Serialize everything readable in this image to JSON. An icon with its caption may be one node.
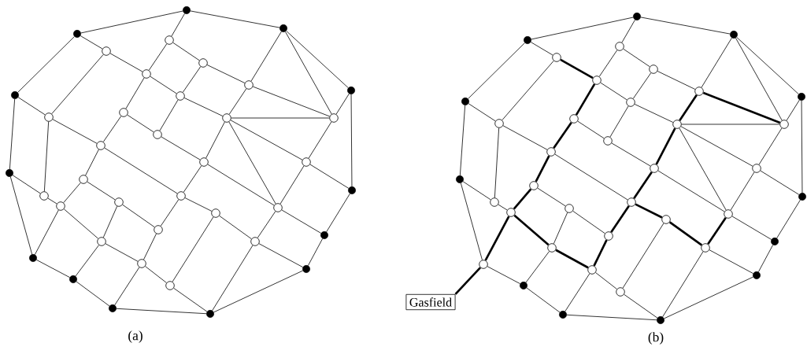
{
  "diagram": {
    "nodes": [
      {
        "text": [],
        "shape": "dot"
      },
      {
        "text": [],
        "shape": "dot"
      },
      {
        "text": [],
        "shape": "dot"
      },
      {
        "text": [],
        "shape": "dot"
      },
      {
        "text": [],
        "shape": "dot"
      },
      {
        "text": [],
        "shape": "dot"
      },
      {
        "text": [],
        "shape": "dot"
      },
      {
        "text": [],
        "shape": "dot"
      },
      {
        "text": [],
        "shape": "dot"
      },
      {
        "text": [],
        "shape": "dot"
      },
      {
        "text": [],
        "shape": "dot"
      },
      {
        "text": [],
        "shape": "dot"
      },
      {
        "text": [],
        "shape": "dot"
      },
      {
        "text": [],
        "shape": "circle"
      },
      {
        "text": [],
        "shape": "circle"
      },
      {
        "text": [],
        "shape": "circle"
      },
      {
        "text": [],
        "shape": "circle"
      },
      {
        "text": [],
        "shape": "circle"
      },
      {
        "text": [],
        "shape": "circle"
      },
      {
        "text": [],
        "shape": "circle"
      },
      {
        "text": [],
        "shape": "circle"
      },
      {
        "text": [],
        "shape": "circle"
      },
      {
        "text": [],
        "shape": "circle"
      },
      {
        "text": [],
        "shape": "circle"
      },
      {
        "text": [],
        "shape": "circle"
      },
      {
        "text": [],
        "shape": "circle"
      },
      {
        "text": [],
        "shape": "circle"
      },
      {
        "text": [],
        "shape": "circle"
      },
      {
        "text": [],
        "shape": "circle"
      },
      {
        "text": [],
        "shape": "circle"
      },
      {
        "text": [],
        "shape": "circle"
      },
      {
        "text": [],
        "shape": "circle"
      },
      {
        "text": [],
        "shape": "circle"
      },
      {
        "text": [],
        "shape": "circle"
      },
      {
        "text": [],
        "shape": "circle"
      },
      {
        "text": [],
        "shape": "circle"
      },
      {
        "text": [],
        "shape": "circle"
      },
      {
        "text": [],
        "shape": "circle"
      },
      {
        "text": [],
        "shape": "circle"
      },
      {
        "text": [],
        "shape": "dot"
      },
      {
        "text": [],
        "shape": "dot"
      },
      {
        "text": [],
        "shape": "dot"
      },
      {
        "text": [],
        "shape": "dot"
      },
      {
        "text": [],
        "shape": "dot"
      },
      {
        "text": [],
        "shape": "dot"
      },
      {
        "text": [],
        "shape": "dot"
      },
      {
        "text": [],
        "shape": "circle"
      },
      {
        "text": [],
        "shape": "dot"
      },
      {
        "text": [],
        "shape": "dot"
      },
      {
        "text": [],
        "shape": "dot"
      },
      {
        "text": [],
        "shape": "dot"
      },
      {
        "text": [],
        "shape": "dot"
      },
      {
        "text": [],
        "shape": "circle"
      },
      {
        "text": [],
        "shape": "circle"
      },
      {
        "text": [],
        "shape": "circle"
      },
      {
        "text": [],
        "shape": "circle"
      },
      {
        "text": [],
        "shape": "circle"
      },
      {
        "text": [],
        "shape": "circle"
      },
      {
        "text": [],
        "shape": "circle"
      },
      {
        "text": [],
        "shape": "circle"
      },
      {
        "text": [],
        "shape": "circle"
      },
      {
        "text": [],
        "shape": "circle"
      },
      {
        "text": [],
        "shape": "circle"
      },
      {
        "text": [],
        "shape": "circle"
      },
      {
        "text": [],
        "shape": "circle"
      },
      {
        "text": [],
        "shape": "circle"
      },
      {
        "text": [],
        "shape": "circle"
      },
      {
        "text": [],
        "shape": "circle"
      },
      {
        "text": [],
        "shape": "circle"
      },
      {
        "text": [],
        "shape": "circle"
      },
      {
        "text": [],
        "shape": "circle"
      },
      {
        "text": [],
        "shape": "circle"
      },
      {
        "text": [],
        "shape": "circle"
      },
      {
        "text": [],
        "shape": "circle"
      },
      {
        "text": [],
        "shape": "circle"
      },
      {
        "text": [],
        "shape": "circle"
      },
      {
        "text": [],
        "shape": "circle"
      },
      {
        "text": [],
        "shape": "circle"
      },
      {
        "text": [
          "Gasfield"
        ]
      }
    ],
    "edges": [
      {
        "from": 0,
        "to": 1,
        "arrow": "none"
      },
      {
        "from": 0,
        "to": 2,
        "arrow": "none"
      },
      {
        "from": 1,
        "to": 3,
        "arrow": "none"
      },
      {
        "from": 3,
        "to": 5,
        "arrow": "none"
      },
      {
        "from": 5,
        "to": 7,
        "arrow": "none"
      },
      {
        "from": 7,
        "to": 9,
        "arrow": "none"
      },
      {
        "from": 9,
        "to": 11,
        "arrow": "none"
      },
      {
        "from": 11,
        "to": 12,
        "arrow": "none"
      },
      {
        "from": 12,
        "to": 10,
        "arrow": "none"
      },
      {
        "from": 10,
        "to": 8,
        "arrow": "none"
      },
      {
        "from": 8,
        "to": 6,
        "arrow": "none"
      },
      {
        "from": 6,
        "to": 4,
        "arrow": "none"
      },
      {
        "from": 4,
        "to": 2,
        "arrow": "none"
      },
      {
        "from": 0,
        "to": 13,
        "arrow": "none"
      },
      {
        "from": 1,
        "to": 14,
        "arrow": "none"
      },
      {
        "from": 2,
        "to": 17,
        "arrow": "none"
      },
      {
        "from": 2,
        "to": 22,
        "arrow": "none"
      },
      {
        "from": 4,
        "to": 22,
        "arrow": "none"
      },
      {
        "from": 3,
        "to": 19,
        "arrow": "none"
      },
      {
        "from": 5,
        "to": 28,
        "arrow": "none"
      },
      {
        "from": 7,
        "to": 29,
        "arrow": "none"
      },
      {
        "from": 9,
        "to": 35,
        "arrow": "none"
      },
      {
        "from": 11,
        "to": 37,
        "arrow": "none"
      },
      {
        "from": 12,
        "to": 36,
        "arrow": "none"
      },
      {
        "from": 12,
        "to": 38,
        "arrow": "none"
      },
      {
        "from": 10,
        "to": 36,
        "arrow": "none"
      },
      {
        "from": 8,
        "to": 32,
        "arrow": "none"
      },
      {
        "from": 6,
        "to": 26,
        "arrow": "none"
      },
      {
        "from": 13,
        "to": 15,
        "arrow": "none"
      },
      {
        "from": 13,
        "to": 16,
        "arrow": "none"
      },
      {
        "from": 14,
        "to": 16,
        "arrow": "none"
      },
      {
        "from": 14,
        "to": 19,
        "arrow": "none"
      },
      {
        "from": 15,
        "to": 17,
        "arrow": "none"
      },
      {
        "from": 15,
        "to": 18,
        "arrow": "none"
      },
      {
        "from": 16,
        "to": 18,
        "arrow": "none"
      },
      {
        "from": 16,
        "to": 20,
        "arrow": "none"
      },
      {
        "from": 17,
        "to": 22,
        "arrow": "none"
      },
      {
        "from": 17,
        "to": 21,
        "arrow": "none"
      },
      {
        "from": 18,
        "to": 21,
        "arrow": "none"
      },
      {
        "from": 18,
        "to": 23,
        "arrow": "none"
      },
      {
        "from": 19,
        "to": 24,
        "arrow": "none"
      },
      {
        "from": 19,
        "to": 28,
        "arrow": "none"
      },
      {
        "from": 20,
        "to": 24,
        "arrow": "none"
      },
      {
        "from": 20,
        "to": 23,
        "arrow": "none"
      },
      {
        "from": 21,
        "to": 22,
        "arrow": "none"
      },
      {
        "from": 21,
        "to": 25,
        "arrow": "none"
      },
      {
        "from": 21,
        "to": 26,
        "arrow": "none"
      },
      {
        "from": 21,
        "to": 32,
        "arrow": "none"
      },
      {
        "from": 22,
        "to": 26,
        "arrow": "none"
      },
      {
        "from": 23,
        "to": 25,
        "arrow": "none"
      },
      {
        "from": 24,
        "to": 31,
        "arrow": "none"
      },
      {
        "from": 24,
        "to": 27,
        "arrow": "none"
      },
      {
        "from": 25,
        "to": 31,
        "arrow": "none"
      },
      {
        "from": 25,
        "to": 32,
        "arrow": "none"
      },
      {
        "from": 26,
        "to": 32,
        "arrow": "none"
      },
      {
        "from": 27,
        "to": 30,
        "arrow": "none"
      },
      {
        "from": 27,
        "to": 29,
        "arrow": "none"
      },
      {
        "from": 28,
        "to": 29,
        "arrow": "none"
      },
      {
        "from": 29,
        "to": 35,
        "arrow": "none"
      },
      {
        "from": 30,
        "to": 35,
        "arrow": "none"
      },
      {
        "from": 30,
        "to": 33,
        "arrow": "none"
      },
      {
        "from": 31,
        "to": 34,
        "arrow": "none"
      },
      {
        "from": 31,
        "to": 33,
        "arrow": "none"
      },
      {
        "from": 32,
        "to": 36,
        "arrow": "none"
      },
      {
        "from": 33,
        "to": 37,
        "arrow": "none"
      },
      {
        "from": 34,
        "to": 36,
        "arrow": "none"
      },
      {
        "from": 34,
        "to": 38,
        "arrow": "none"
      },
      {
        "from": 35,
        "to": 37,
        "arrow": "none"
      },
      {
        "from": 37,
        "to": 38,
        "arrow": "none"
      },
      {
        "from": 39,
        "to": 40,
        "arrow": "none"
      },
      {
        "from": 39,
        "to": 41,
        "arrow": "none"
      },
      {
        "from": 40,
        "to": 42,
        "arrow": "none"
      },
      {
        "from": 42,
        "to": 44,
        "arrow": "none"
      },
      {
        "from": 44,
        "to": 46,
        "arrow": "none"
      },
      {
        "from": 46,
        "to": 48,
        "arrow": "none"
      },
      {
        "from": 48,
        "to": 50,
        "arrow": "none"
      },
      {
        "from": 50,
        "to": 51,
        "arrow": "none"
      },
      {
        "from": 51,
        "to": 49,
        "arrow": "none"
      },
      {
        "from": 49,
        "to": 47,
        "arrow": "none"
      },
      {
        "from": 47,
        "to": 45,
        "arrow": "none"
      },
      {
        "from": 45,
        "to": 43,
        "arrow": "none"
      },
      {
        "from": 43,
        "to": 41,
        "arrow": "none"
      },
      {
        "from": 39,
        "to": 52,
        "arrow": "none"
      },
      {
        "from": 40,
        "to": 53,
        "arrow": "none"
      },
      {
        "from": 41,
        "to": 56,
        "arrow": "none"
      },
      {
        "from": 41,
        "to": 61,
        "arrow": "none"
      },
      {
        "from": 43,
        "to": 61,
        "arrow": "none"
      },
      {
        "from": 42,
        "to": 58,
        "arrow": "none"
      },
      {
        "from": 44,
        "to": 67,
        "arrow": "none"
      },
      {
        "from": 46,
        "to": 68,
        "arrow": "none",
        "style": "thick"
      },
      {
        "from": 48,
        "to": 74,
        "arrow": "none"
      },
      {
        "from": 50,
        "to": 76,
        "arrow": "none"
      },
      {
        "from": 51,
        "to": 75,
        "arrow": "none"
      },
      {
        "from": 51,
        "to": 77,
        "arrow": "none"
      },
      {
        "from": 49,
        "to": 75,
        "arrow": "none"
      },
      {
        "from": 47,
        "to": 71,
        "arrow": "none"
      },
      {
        "from": 45,
        "to": 65,
        "arrow": "none"
      },
      {
        "from": 52,
        "to": 54,
        "arrow": "none"
      },
      {
        "from": 52,
        "to": 55,
        "arrow": "none"
      },
      {
        "from": 53,
        "to": 55,
        "arrow": "none",
        "style": "thick"
      },
      {
        "from": 53,
        "to": 58,
        "arrow": "none"
      },
      {
        "from": 54,
        "to": 56,
        "arrow": "none"
      },
      {
        "from": 54,
        "to": 57,
        "arrow": "none"
      },
      {
        "from": 55,
        "to": 57,
        "arrow": "none"
      },
      {
        "from": 55,
        "to": 59,
        "arrow": "none",
        "style": "thick"
      },
      {
        "from": 56,
        "to": 61,
        "arrow": "none",
        "style": "thick"
      },
      {
        "from": 56,
        "to": 60,
        "arrow": "none",
        "style": "thick"
      },
      {
        "from": 57,
        "to": 60,
        "arrow": "none"
      },
      {
        "from": 57,
        "to": 62,
        "arrow": "none"
      },
      {
        "from": 58,
        "to": 63,
        "arrow": "none"
      },
      {
        "from": 58,
        "to": 67,
        "arrow": "none"
      },
      {
        "from": 59,
        "to": 63,
        "arrow": "none",
        "style": "thick"
      },
      {
        "from": 59,
        "to": 62,
        "arrow": "none"
      },
      {
        "from": 60,
        "to": 61,
        "arrow": "none"
      },
      {
        "from": 60,
        "to": 64,
        "arrow": "none",
        "style": "thick"
      },
      {
        "from": 60,
        "to": 65,
        "arrow": "none"
      },
      {
        "from": 60,
        "to": 71,
        "arrow": "none"
      },
      {
        "from": 61,
        "to": 65,
        "arrow": "none"
      },
      {
        "from": 62,
        "to": 64,
        "arrow": "none"
      },
      {
        "from": 63,
        "to": 70,
        "arrow": "none"
      },
      {
        "from": 63,
        "to": 66,
        "arrow": "none",
        "style": "thick"
      },
      {
        "from": 64,
        "to": 70,
        "arrow": "none",
        "style": "thick"
      },
      {
        "from": 64,
        "to": 71,
        "arrow": "none"
      },
      {
        "from": 65,
        "to": 71,
        "arrow": "none"
      },
      {
        "from": 66,
        "to": 69,
        "arrow": "none"
      },
      {
        "from": 66,
        "to": 68,
        "arrow": "none",
        "style": "thick"
      },
      {
        "from": 67,
        "to": 68,
        "arrow": "none"
      },
      {
        "from": 68,
        "to": 74,
        "arrow": "none",
        "style": "thick"
      },
      {
        "from": 69,
        "to": 74,
        "arrow": "none"
      },
      {
        "from": 69,
        "to": 72,
        "arrow": "none"
      },
      {
        "from": 70,
        "to": 73,
        "arrow": "none",
        "style": "thick"
      },
      {
        "from": 70,
        "to": 72,
        "arrow": "none",
        "style": "thick"
      },
      {
        "from": 71,
        "to": 75,
        "arrow": "none",
        "style": "thick"
      },
      {
        "from": 72,
        "to": 76,
        "arrow": "none",
        "style": "thick"
      },
      {
        "from": 73,
        "to": 75,
        "arrow": "none",
        "style": "thick"
      },
      {
        "from": 73,
        "to": 77,
        "arrow": "none"
      },
      {
        "from": 74,
        "to": 76,
        "arrow": "none",
        "style": "thick"
      },
      {
        "from": 76,
        "to": 77,
        "arrow": "none"
      },
      {
        "from": 78,
        "to": 46,
        "arrow": "none",
        "style": "thick"
      }
    ],
    "labels": [
      "(a)",
      "(b)"
    ]
  }
}
